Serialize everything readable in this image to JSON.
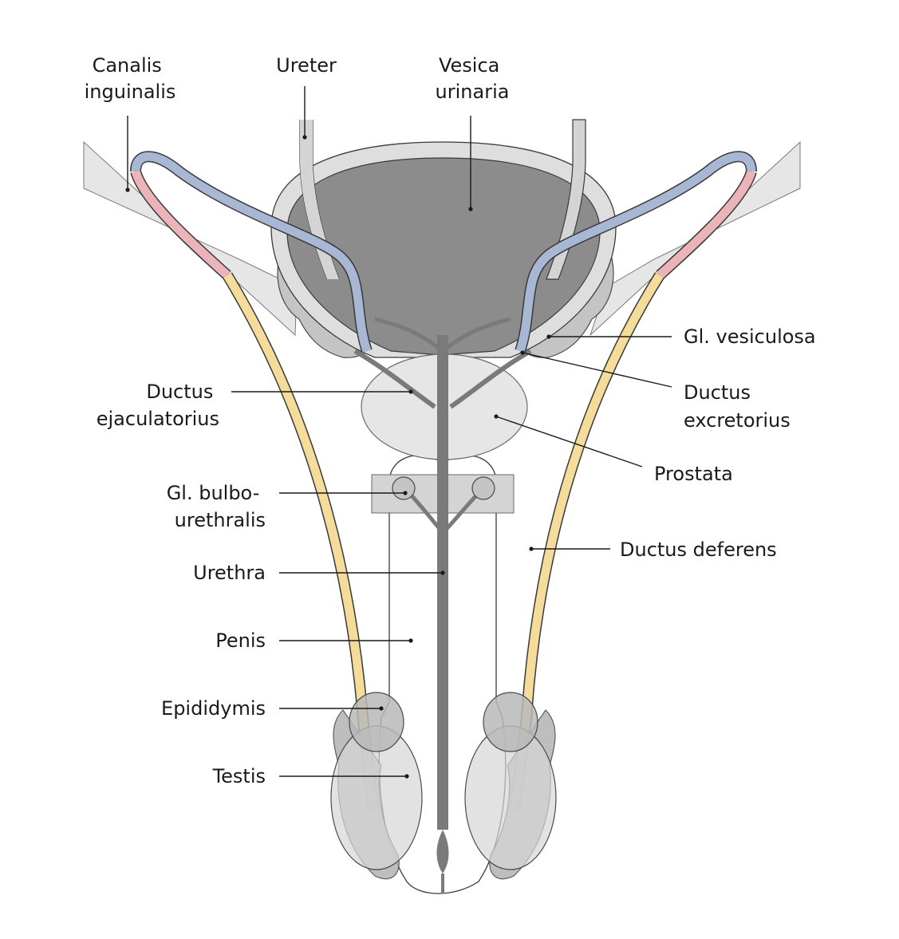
{
  "labels": {
    "canalis_inguinalis": [
      "Canalis",
      "inguinalis"
    ],
    "ureter": "Ureter",
    "vesica_urinaria": [
      "Vesica",
      "urinaria"
    ],
    "gl_vesiculosa": "Gl. vesiculosa",
    "ductus_excretorius": [
      "Ductus",
      "excretorius"
    ],
    "ductus_ejaculatorius": [
      "Ductus",
      "ejaculatorius"
    ],
    "prostata": "Prostata",
    "gl_bulbourethralis": [
      "Gl. bulbo-",
      "urethralis"
    ],
    "urethra": "Urethra",
    "ductus_deferens": "Ductus deferens",
    "penis": "Penis",
    "epididymis": "Epididymis",
    "testis": "Testis"
  },
  "colors": {
    "bladder_wall": "#d9d9d9",
    "bladder_lumen": "#8c8c8c",
    "gland": "#c4c4c4",
    "prostate": "#e6e6e6",
    "urethra": "#808080",
    "deferens_yellow": "#f5dc9a",
    "deferens_blue": "#a8b8d4",
    "deferens_pink": "#eab4b8",
    "inguinal_band": "#e4e4e4",
    "testis": "#d6d6d6",
    "epididymis": "#b8b8b8"
  }
}
